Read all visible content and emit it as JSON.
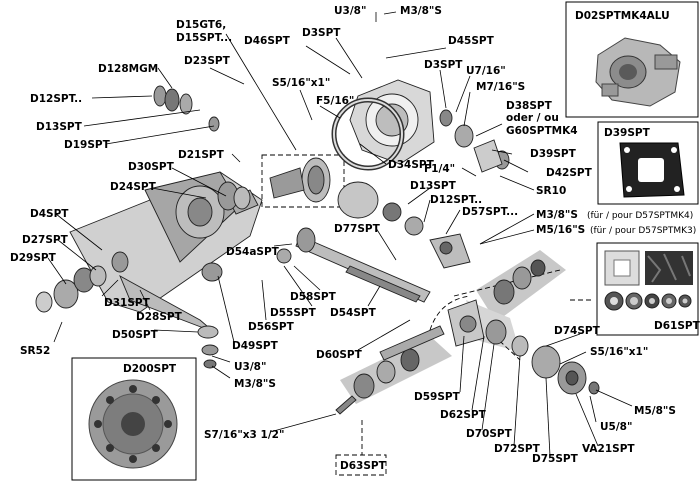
{
  "labels": {
    "u38_top": "U3/8\"",
    "m38s_top": "M3/8\"S",
    "d15gt6": "D15GT6,",
    "d15spt": "D15SPT...",
    "d3spt_a": "D3SPT",
    "d46spt": "D46SPT",
    "d45spt": "D45SPT",
    "d23spt": "D23SPT",
    "d128mgm": "D128MGM",
    "s5_16x1_a": "S5/16\"x1\"",
    "d3spt_b": "D3SPT",
    "u7_16": "U7/16\"",
    "m7_16s": "M7/16\"S",
    "d12spt_a": "D12SPT..",
    "f5_16": "F5/16\"",
    "d38spt": "D38SPT",
    "oder_ou": "oder / ou",
    "g60sptmk4": "G60SPTMK4",
    "d13spt_a": "D13SPT",
    "d19spt": "D19SPT",
    "d39spt_a": "D39SPT",
    "d21spt": "D21SPT",
    "d34spt": "D34SPT",
    "d42spt": "D42SPT",
    "d30spt": "D30SPT",
    "f1_4": "F1/4\"",
    "sr10": "SR10",
    "d24spt": "D24SPT",
    "d13spt_b": "D13SPT",
    "d12spt_b": "D12SPT..",
    "d57spt": "D57SPT...",
    "d4spt": "D4SPT",
    "m38s_b": "M3/8\"S",
    "fur_mk4": "(für / pour D57SPTMK4)",
    "m5_16s": "M5/16\"S",
    "fur_mk3": "(für / pour D57SPTMK3)",
    "d77spt": "D77SPT",
    "d27spt": "D27SPT",
    "d54aspt": "D54aSPT",
    "d29spt": "D29SPT",
    "d58spt": "D58SPT",
    "d31spt": "D31SPT",
    "d55spt": "D55SPT",
    "d54spt": "D54SPT",
    "d28spt": "D28SPT",
    "d56spt": "D56SPT",
    "sr52": "SR52",
    "d50spt": "D50SPT",
    "d49spt": "D49SPT",
    "d60spt": "D60SPT",
    "u38_b": "U3/8\"",
    "m38s_c": "M3/8\"S",
    "d74spt": "D74SPT",
    "s5_16x1_b": "S5/16\"x1\"",
    "d59spt": "D59SPT",
    "d62spt": "D62SPT",
    "m5_8s": "M5/8\"S",
    "u5_8": "U5/8\"",
    "d70spt": "D70SPT",
    "d72spt": "D72SPT",
    "va21spt": "VA21SPT",
    "d75spt": "D75SPT",
    "s7_16x3": "S7/16\"x3 1/2\"",
    "d63spt": "D63SPT",
    "d200spt": "D200SPT",
    "d02sptmk4alu": "D02SPTMK4ALU",
    "d39spt_inset": "D39SPT",
    "d61spt": "D61SPT"
  },
  "colors": {
    "line": "#000000",
    "part_light": "#d9d9d9",
    "part_mid": "#a6a6a6",
    "part_dark": "#555555",
    "band": "#c8c8c8",
    "inset_border": "#000000"
  }
}
